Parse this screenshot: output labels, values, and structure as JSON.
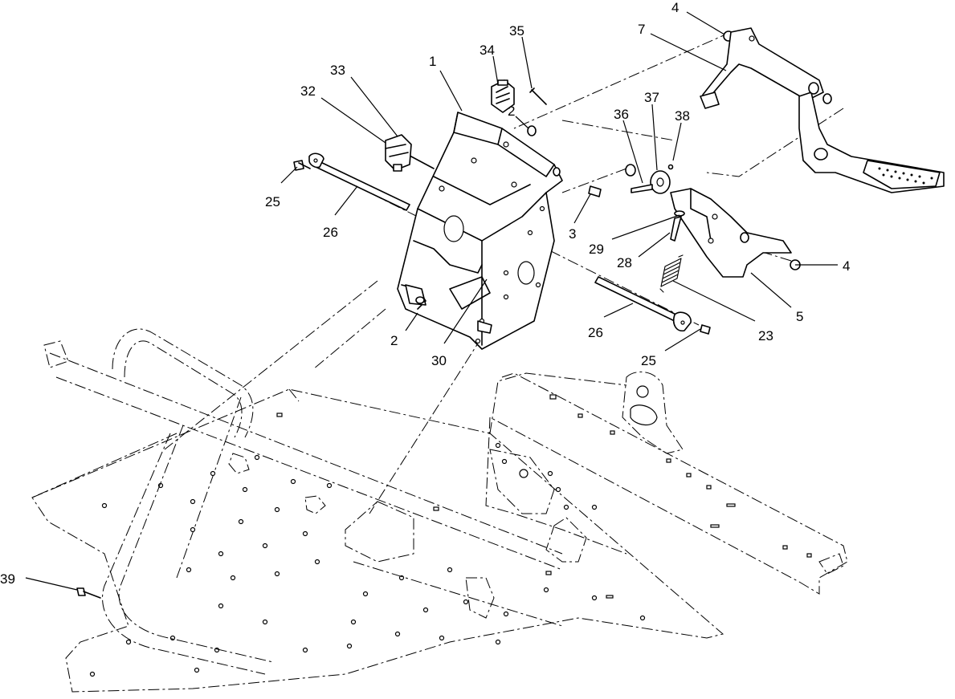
{
  "diagram": {
    "callouts": [
      {
        "id": "c1",
        "label": "1"
      },
      {
        "id": "c2a",
        "label": "2"
      },
      {
        "id": "c2b",
        "label": "2"
      },
      {
        "id": "c3",
        "label": "3"
      },
      {
        "id": "c4a",
        "label": "4"
      },
      {
        "id": "c4b",
        "label": "4"
      },
      {
        "id": "c5",
        "label": "5"
      },
      {
        "id": "c7",
        "label": "7"
      },
      {
        "id": "c23",
        "label": "23"
      },
      {
        "id": "c25a",
        "label": "25"
      },
      {
        "id": "c25b",
        "label": "25"
      },
      {
        "id": "c26a",
        "label": "26"
      },
      {
        "id": "c26b",
        "label": "26"
      },
      {
        "id": "c28",
        "label": "28"
      },
      {
        "id": "c29",
        "label": "29"
      },
      {
        "id": "c30",
        "label": "30"
      },
      {
        "id": "c32",
        "label": "32"
      },
      {
        "id": "c33",
        "label": "33"
      },
      {
        "id": "c34",
        "label": "34"
      },
      {
        "id": "c35",
        "label": "35"
      },
      {
        "id": "c36",
        "label": "36"
      },
      {
        "id": "c37",
        "label": "37"
      },
      {
        "id": "c38",
        "label": "38"
      },
      {
        "id": "c39",
        "label": "39"
      }
    ]
  }
}
